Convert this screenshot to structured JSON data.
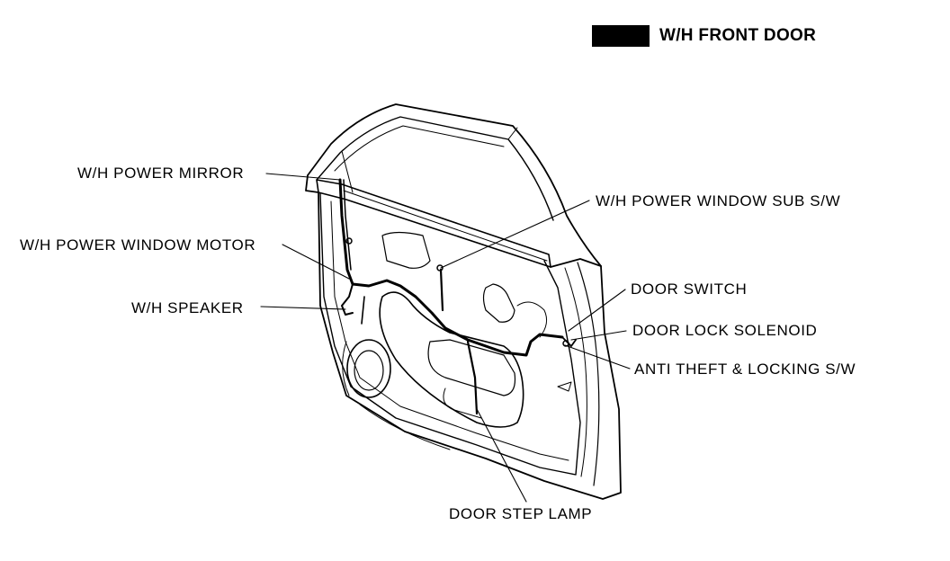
{
  "header": {
    "title": "W/H FRONT DOOR"
  },
  "labels": {
    "power_mirror": "W/H POWER MIRROR",
    "power_window_motor": "W/H POWER WINDOW MOTOR",
    "speaker": "W/H SPEAKER",
    "power_window_sub_sw": "W/H POWER WINDOW SUB S/W",
    "door_switch": "DOOR SWITCH",
    "door_lock_solenoid": "DOOR LOCK SOLENOID",
    "anti_theft_locking_sw": "ANTI THEFT & LOCKING S/W",
    "door_step_lamp": "DOOR STEP LAMP"
  },
  "colors": {
    "ink": "#000000",
    "background": "#ffffff"
  }
}
